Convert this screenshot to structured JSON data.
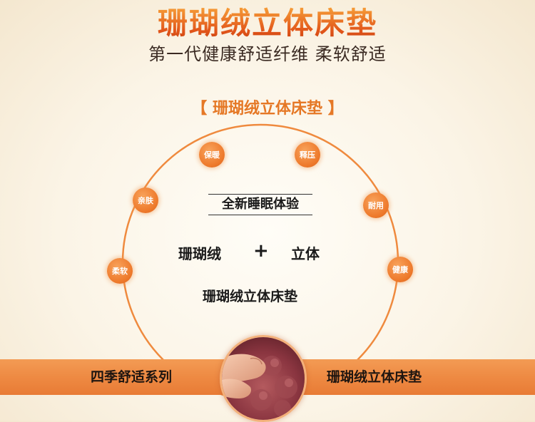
{
  "header": {
    "title": "珊瑚绒立体床垫",
    "subtitle": "第一代健康舒适纤维  柔软舒适"
  },
  "section_title": "【 珊瑚绒立体床垫 】",
  "features": {
    "baonuan": "保暖",
    "shiya": "释压",
    "qinfu": "亲肤",
    "naiyong": "耐用",
    "rouruan": "柔软",
    "jiankang": "健康"
  },
  "center": {
    "headline": "全新睡眠体验",
    "left_word": "珊瑚绒",
    "plus": "+",
    "right_word": "立体",
    "bottom_line": "珊瑚绒立体床垫"
  },
  "banner": {
    "left_label": "四季舒适系列",
    "right_label": "珊瑚绒立体床垫"
  },
  "colors": {
    "accent": "#ee7a2c",
    "banner": "#ee8a43",
    "text_dark": "#1a1a1a"
  }
}
